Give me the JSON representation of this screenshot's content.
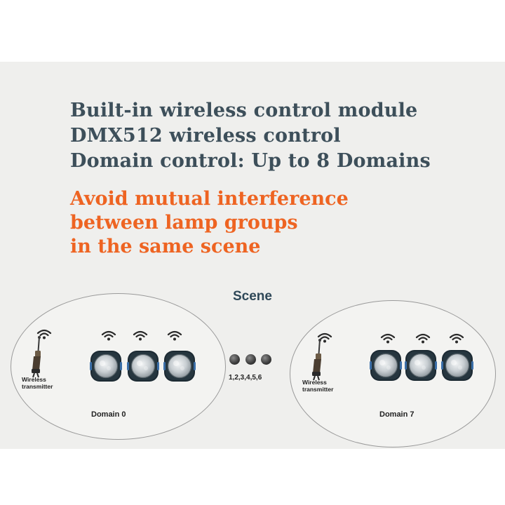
{
  "headlines": [
    "Built-in wireless control module",
    "DMX512 wireless control",
    "Domain control: Up to 8 Domains"
  ],
  "slogan": [
    "Avoid mutual interference",
    "between lamp groups",
    "in the same scene"
  ],
  "diagram": {
    "scene_label": "Scene",
    "intermediate_domains_label": "1,2,3,4,5,6",
    "domains": [
      {
        "label": "Domain 0",
        "transmitter_label": [
          "Wireless",
          "transmitter"
        ],
        "lamp_count": 3
      },
      {
        "label": "Domain 7",
        "transmitter_label": [
          "Wireless",
          "transmitter"
        ],
        "lamp_count": 3
      }
    ]
  },
  "colors": {
    "headline": "#3d4f5a",
    "slogan": "#ee6422",
    "background_band": "#efefed",
    "lamp_body": "#1c2a33",
    "lamp_lens": "#c9cfd3"
  },
  "icons": [
    "wifi-signal-icon",
    "wireless-transmitter-icon",
    "lamp-icon",
    "dot-icon"
  ]
}
